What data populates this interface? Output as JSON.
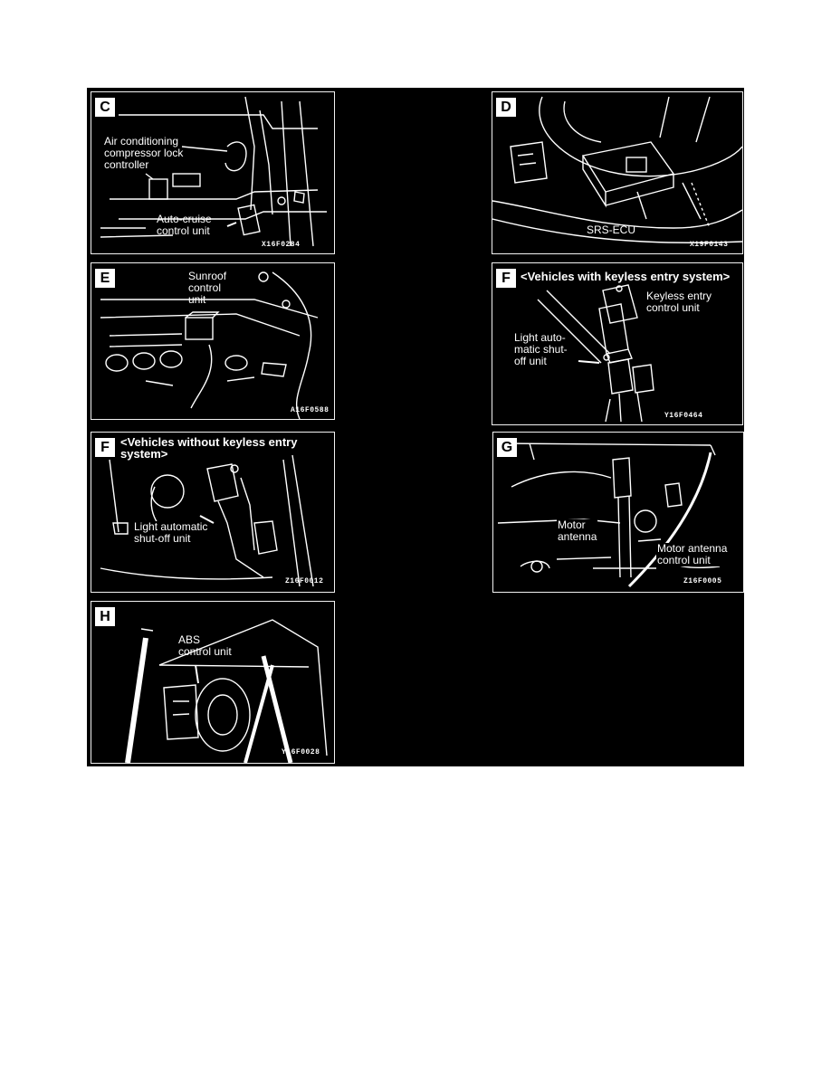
{
  "panels": [
    {
      "letter": "C",
      "labels": [
        "Air conditioning\ncompressor lock\ncontroller",
        "Auto-cruise\ncontrol unit"
      ],
      "code": "X16F0284"
    },
    {
      "letter": "D",
      "labels": [
        "SRS-ECU"
      ],
      "code": "X19F0143"
    },
    {
      "letter": "E",
      "labels": [
        "Sunroof\ncontrol\nunit"
      ],
      "code": "A16F0588"
    },
    {
      "letter": "F",
      "heading": "<Vehicles with keyless entry system>",
      "labels": [
        "Keyless entry\ncontrol unit",
        "Light auto-\nmatic shut-\noff unit"
      ],
      "code": "Y16F0464"
    },
    {
      "letter": "F",
      "heading": "<Vehicles without keyless entry\nsystem>",
      "labels": [
        "Light automatic\nshut-off unit"
      ],
      "code": "Z16F0012"
    },
    {
      "letter": "G",
      "labels": [
        "Motor\nantenna",
        "Motor antenna\ncontrol unit"
      ],
      "code": "Z16F0005"
    },
    {
      "letter": "H",
      "labels": [
        "ABS\ncontrol unit"
      ],
      "code": "Y16F0028"
    }
  ]
}
